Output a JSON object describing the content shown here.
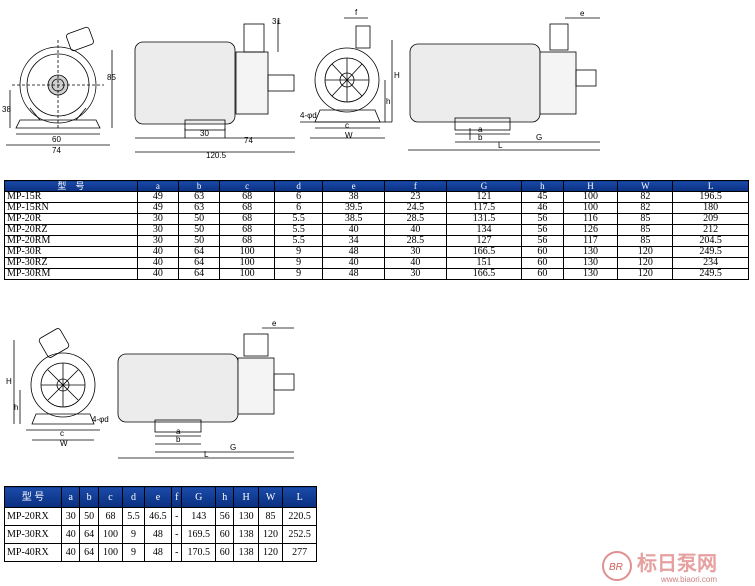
{
  "table1": {
    "headers": [
      "型　号",
      "a",
      "b",
      "c",
      "d",
      "e",
      "f",
      "G",
      "h",
      "H",
      "W",
      "L"
    ],
    "rows": [
      [
        "MP-15R",
        "49",
        "63",
        "68",
        "6",
        "38",
        "23",
        "121",
        "45",
        "100",
        "82",
        "196.5"
      ],
      [
        "MP-15RN",
        "49",
        "63",
        "68",
        "6",
        "39.5",
        "24.5",
        "117.5",
        "46",
        "100",
        "82",
        "180"
      ],
      [
        "MP-20R",
        "30",
        "50",
        "68",
        "5.5",
        "38.5",
        "28.5",
        "131.5",
        "56",
        "116",
        "85",
        "209"
      ],
      [
        "MP-20RZ",
        "30",
        "50",
        "68",
        "5.5",
        "40",
        "40",
        "134",
        "56",
        "126",
        "85",
        "212"
      ],
      [
        "MP-20RM",
        "30",
        "50",
        "68",
        "5.5",
        "34",
        "28.5",
        "127",
        "56",
        "117",
        "85",
        "204.5"
      ],
      [
        "MP-30R",
        "40",
        "64",
        "100",
        "9",
        "48",
        "30",
        "166.5",
        "60",
        "130",
        "120",
        "249.5"
      ],
      [
        "MP-30RZ",
        "40",
        "64",
        "100",
        "9",
        "40",
        "40",
        "151",
        "60",
        "130",
        "120",
        "234"
      ],
      [
        "MP-30RM",
        "40",
        "64",
        "100",
        "9",
        "48",
        "30",
        "166.5",
        "60",
        "130",
        "120",
        "249.5"
      ]
    ]
  },
  "table2": {
    "headers": [
      "型 号",
      "a",
      "b",
      "c",
      "d",
      "e",
      "f",
      "G",
      "h",
      "H",
      "W",
      "L"
    ],
    "rows": [
      [
        "MP-20RX",
        "30",
        "50",
        "68",
        "5.5",
        "46.5",
        "-",
        "143",
        "56",
        "130",
        "85",
        "220.5"
      ],
      [
        "MP-30RX",
        "40",
        "64",
        "100",
        "9",
        "48",
        "-",
        "169.5",
        "60",
        "138",
        "120",
        "252.5"
      ],
      [
        "MP-40RX",
        "40",
        "64",
        "100",
        "9",
        "48",
        "-",
        "170.5",
        "60",
        "138",
        "120",
        "277"
      ]
    ]
  },
  "drawing_labels": {
    "d1_60": "60",
    "d1_74": "74",
    "d1_38": "38",
    "d1_85": "85",
    "d2_31": "31",
    "d2_30": "30",
    "d2_74": "74",
    "d2_1205": "120.5",
    "d3_f": "f",
    "d3_H": "H",
    "d3_h": "h",
    "d3_c": "c",
    "d3_W": "W",
    "d3_4d": "4-φd",
    "d4_e": "e",
    "d4_a": "a",
    "d4_b": "b",
    "d4_G": "G",
    "d4_L": "L",
    "d5_H": "H",
    "d5_h": "h",
    "d5_c": "c",
    "d5_W": "W",
    "d5_4d": "4-φd",
    "d6_e": "e",
    "d6_a": "a",
    "d6_b": "b",
    "d6_G": "G",
    "d6_L": "L"
  },
  "watermark": {
    "logo_text": "标日泵网",
    "url": "www.biaori.com",
    "seal": "BR"
  }
}
